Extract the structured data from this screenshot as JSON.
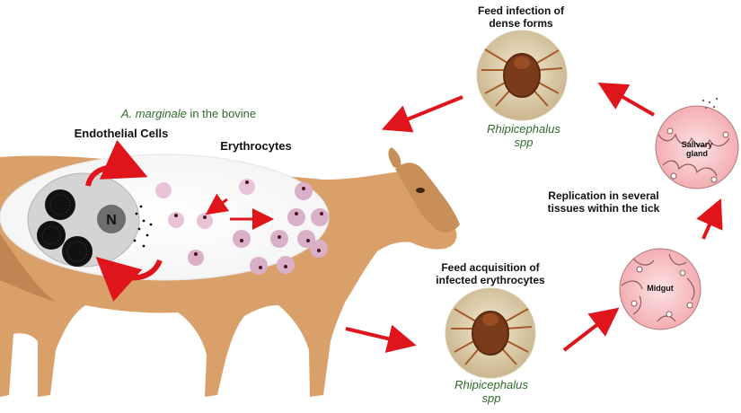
{
  "title": {
    "italic": "A. marginale",
    "rest": " in the bovine"
  },
  "labels": {
    "endothelial": "Endothelial Cells",
    "erythrocytes": "Erythrocytes",
    "nucleus": "N",
    "feed_dense_line1": "Feed infection of",
    "feed_dense_line2": "dense forms",
    "feed_acq_line1": "Feed acquisition of",
    "feed_acq_line2": "infected erythrocytes",
    "replication_line1": "Replication in several",
    "replication_line2": "tissues within the tick",
    "salivary_line1": "Salivary",
    "salivary_line2": "gland",
    "midgut": "Midgut"
  },
  "ticks": {
    "top_line1": "Rhipicephalus",
    "top_line2": "spp",
    "bottom_line1": "Rhipicephalus",
    "bottom_line2": "spp"
  },
  "colors": {
    "arrow": "#e0141b",
    "cow": "#d9a06a",
    "organ": "#f7c9cc",
    "tick_body": "#7a3b1a",
    "label_green": "#2e6b2a"
  }
}
